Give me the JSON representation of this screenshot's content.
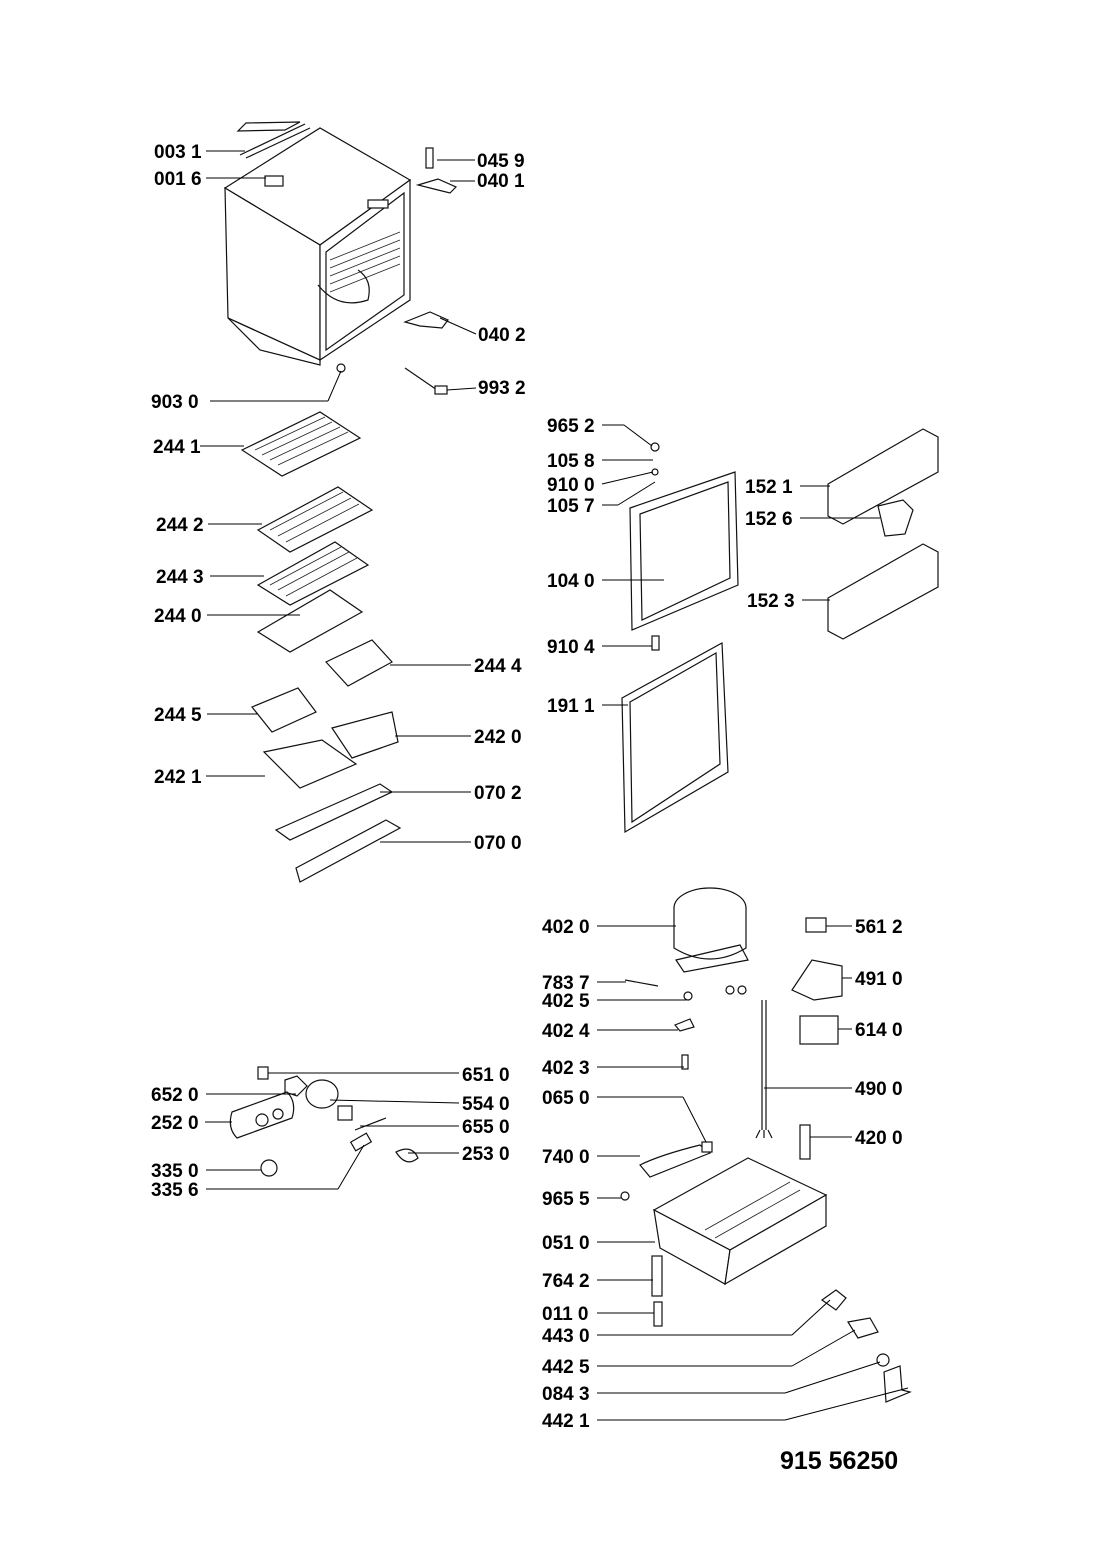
{
  "document_number": "915 56250",
  "callouts": [
    {
      "id": "c0031",
      "label": "003 1"
    },
    {
      "id": "c0016",
      "label": "001 6"
    },
    {
      "id": "c0459",
      "label": "045 9"
    },
    {
      "id": "c0401",
      "label": "040 1"
    },
    {
      "id": "c0402",
      "label": "040 2"
    },
    {
      "id": "c9932",
      "label": "993 2"
    },
    {
      "id": "c9030",
      "label": "903 0"
    },
    {
      "id": "c2441",
      "label": "244 1"
    },
    {
      "id": "c2442",
      "label": "244 2"
    },
    {
      "id": "c2443",
      "label": "244 3"
    },
    {
      "id": "c2440",
      "label": "244 0"
    },
    {
      "id": "c2444",
      "label": "244 4"
    },
    {
      "id": "c2445",
      "label": "244 5"
    },
    {
      "id": "c2420",
      "label": "242 0"
    },
    {
      "id": "c2421",
      "label": "242 1"
    },
    {
      "id": "c0702",
      "label": "070 2"
    },
    {
      "id": "c0700",
      "label": "070 0"
    },
    {
      "id": "c9652",
      "label": "965 2"
    },
    {
      "id": "c1058",
      "label": "105 8"
    },
    {
      "id": "c9100",
      "label": "910 0"
    },
    {
      "id": "c1057",
      "label": "105 7"
    },
    {
      "id": "c1040",
      "label": "104 0"
    },
    {
      "id": "c9104",
      "label": "910 4"
    },
    {
      "id": "c1911",
      "label": "191 1"
    },
    {
      "id": "c1521",
      "label": "152 1"
    },
    {
      "id": "c1526",
      "label": "152 6"
    },
    {
      "id": "c1523",
      "label": "152 3"
    },
    {
      "id": "c4020",
      "label": "402 0"
    },
    {
      "id": "c5612",
      "label": "561 2"
    },
    {
      "id": "c7837",
      "label": "783 7"
    },
    {
      "id": "c4025",
      "label": "402 5"
    },
    {
      "id": "c4910",
      "label": "491 0"
    },
    {
      "id": "c4024",
      "label": "402 4"
    },
    {
      "id": "c6140",
      "label": "614 0"
    },
    {
      "id": "c4023",
      "label": "402 3"
    },
    {
      "id": "c0650",
      "label": "065 0"
    },
    {
      "id": "c4900",
      "label": "490 0"
    },
    {
      "id": "c7400",
      "label": "740 0"
    },
    {
      "id": "c4200",
      "label": "420 0"
    },
    {
      "id": "c9655",
      "label": "965 5"
    },
    {
      "id": "c0510",
      "label": "051 0"
    },
    {
      "id": "c7642",
      "label": "764 2"
    },
    {
      "id": "c0110",
      "label": "011 0"
    },
    {
      "id": "c4430",
      "label": "443 0"
    },
    {
      "id": "c4425",
      "label": "442 5"
    },
    {
      "id": "c0843",
      "label": "084 3"
    },
    {
      "id": "c4421",
      "label": "442 1"
    },
    {
      "id": "c6510",
      "label": "651 0"
    },
    {
      "id": "c6520",
      "label": "652 0"
    },
    {
      "id": "c5540",
      "label": "554 0"
    },
    {
      "id": "c2520",
      "label": "252 0"
    },
    {
      "id": "c6550",
      "label": "655 0"
    },
    {
      "id": "c2530",
      "label": "253 0"
    },
    {
      "id": "c3350",
      "label": "335 0"
    },
    {
      "id": "c3356",
      "label": "335 6"
    }
  ]
}
